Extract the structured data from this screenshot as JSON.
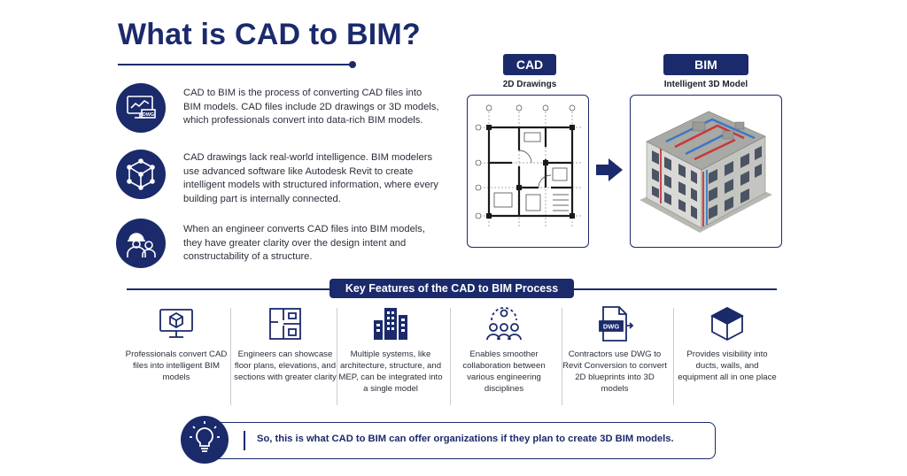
{
  "title": "What is CAD to BIM?",
  "intro": [
    {
      "icon": "dwg-monitor-icon",
      "text": "CAD to BIM is the process of converting CAD files into BIM models. CAD files include 2D drawings or 3D models, which professionals convert into data-rich BIM models."
    },
    {
      "icon": "cube-network-icon",
      "text": "CAD drawings lack real-world intelligence. BIM modelers use advanced software like Autodesk Revit to create intelligent models with structured information, where every building part is internally connected."
    },
    {
      "icon": "engineer-team-icon",
      "text": "When an engineer converts CAD files into BIM models, they have greater clarity over the design intent and constructability of a structure."
    }
  ],
  "diagram": {
    "cad_label": "CAD",
    "cad_sub": "2D Drawings",
    "bim_label": "BIM",
    "bim_sub": "Intelligent 3D Model",
    "dwg_badge": "DWG"
  },
  "features_title": "Key Features of the CAD to BIM Process",
  "features": [
    {
      "icon": "monitor-cube-icon",
      "text": "Professionals convert CAD files into intelligent BIM models"
    },
    {
      "icon": "floor-plan-icon",
      "text": "Engineers can showcase floor plans, elevations, and sections with greater clarity"
    },
    {
      "icon": "buildings-icon",
      "text": "Multiple systems, like architecture, structure, and MEP, can be integrated into a single model"
    },
    {
      "icon": "collaboration-icon",
      "text": "Enables smoother collaboration between various engineering disciplines"
    },
    {
      "icon": "dwg-file-icon",
      "text": "Contractors use DWG to Revit Conversion to convert 2D blueprints into 3D models"
    },
    {
      "icon": "box-icon",
      "text": "Provides visibility into ducts, walls, and equipment all in one place"
    }
  ],
  "conclusion": "So, this is what CAD to BIM can offer organizations if they plan to create 3D BIM models.",
  "colors": {
    "navy": "#1b2a6b",
    "text": "#2a2f3a",
    "pipe_red": "#c8373a",
    "pipe_blue": "#3b78c4"
  }
}
